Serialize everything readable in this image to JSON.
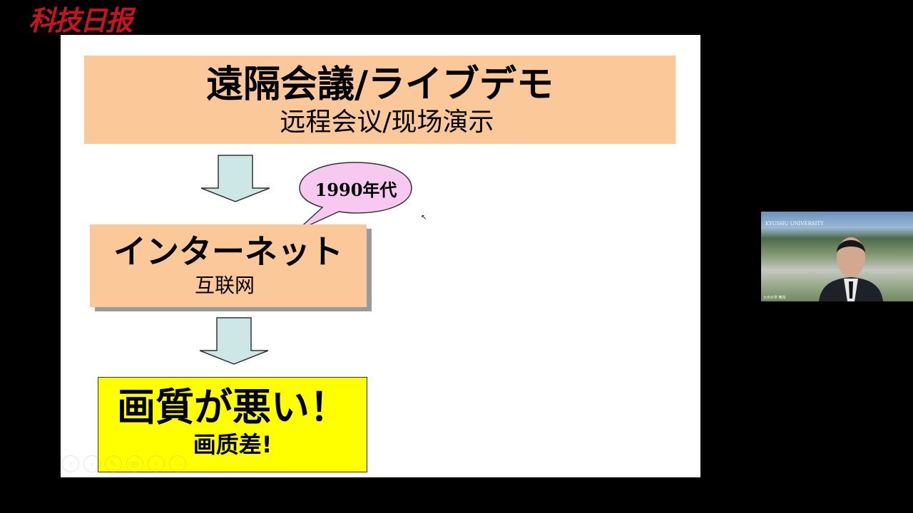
{
  "logo": "科技日报",
  "slide": {
    "title_jp": "遠隔会議/ライブデモ",
    "title_zh": "远程会议/现场演示",
    "bubble": "1990年代",
    "net_jp": "インターネット",
    "net_zh": "互联网",
    "bad_jp": "画質が悪い！",
    "bad_zh": "画质差!"
  },
  "video": {
    "org": "KYUSHU UNIVERSITY",
    "name": "九州大学 教授"
  },
  "colors": {
    "box": "#fbc899",
    "yellow": "#ffff00",
    "arrow": "#cde6e6",
    "bubble": "#f7c8f0"
  }
}
